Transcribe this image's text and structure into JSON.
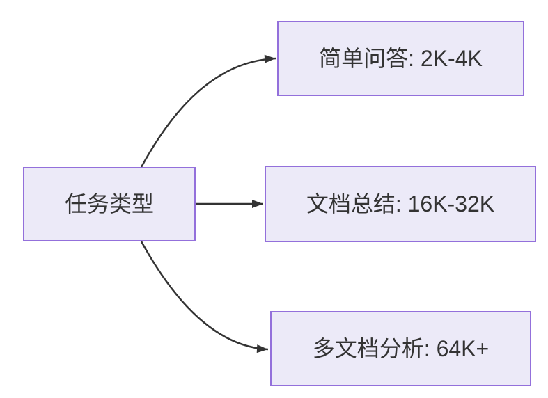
{
  "diagram": {
    "type": "flowchart",
    "direction": "left-to-right",
    "nodes": [
      {
        "id": "root",
        "label": "任务类型"
      },
      {
        "id": "simple-qa",
        "label": "简单问答: 2K-4K"
      },
      {
        "id": "doc-sum",
        "label": "文档总结: 16K-32K"
      },
      {
        "id": "multi-doc",
        "label": "多文档分析: 64K+"
      }
    ],
    "edges": [
      {
        "from": "任务类型",
        "to": "简单问答: 2K-4K",
        "style": "curved-up",
        "arrow": "triangle"
      },
      {
        "from": "任务类型",
        "to": "文档总结: 16K-32K",
        "style": "straight",
        "arrow": "triangle"
      },
      {
        "from": "任务类型",
        "to": "多文档分析: 64K+",
        "style": "curved-down",
        "arrow": "triangle"
      }
    ],
    "colors": {
      "background": "#ffffff",
      "node_fill": "#eceaf8",
      "node_border": "#9370db",
      "arrow": "#333333",
      "text": "#333333"
    }
  }
}
